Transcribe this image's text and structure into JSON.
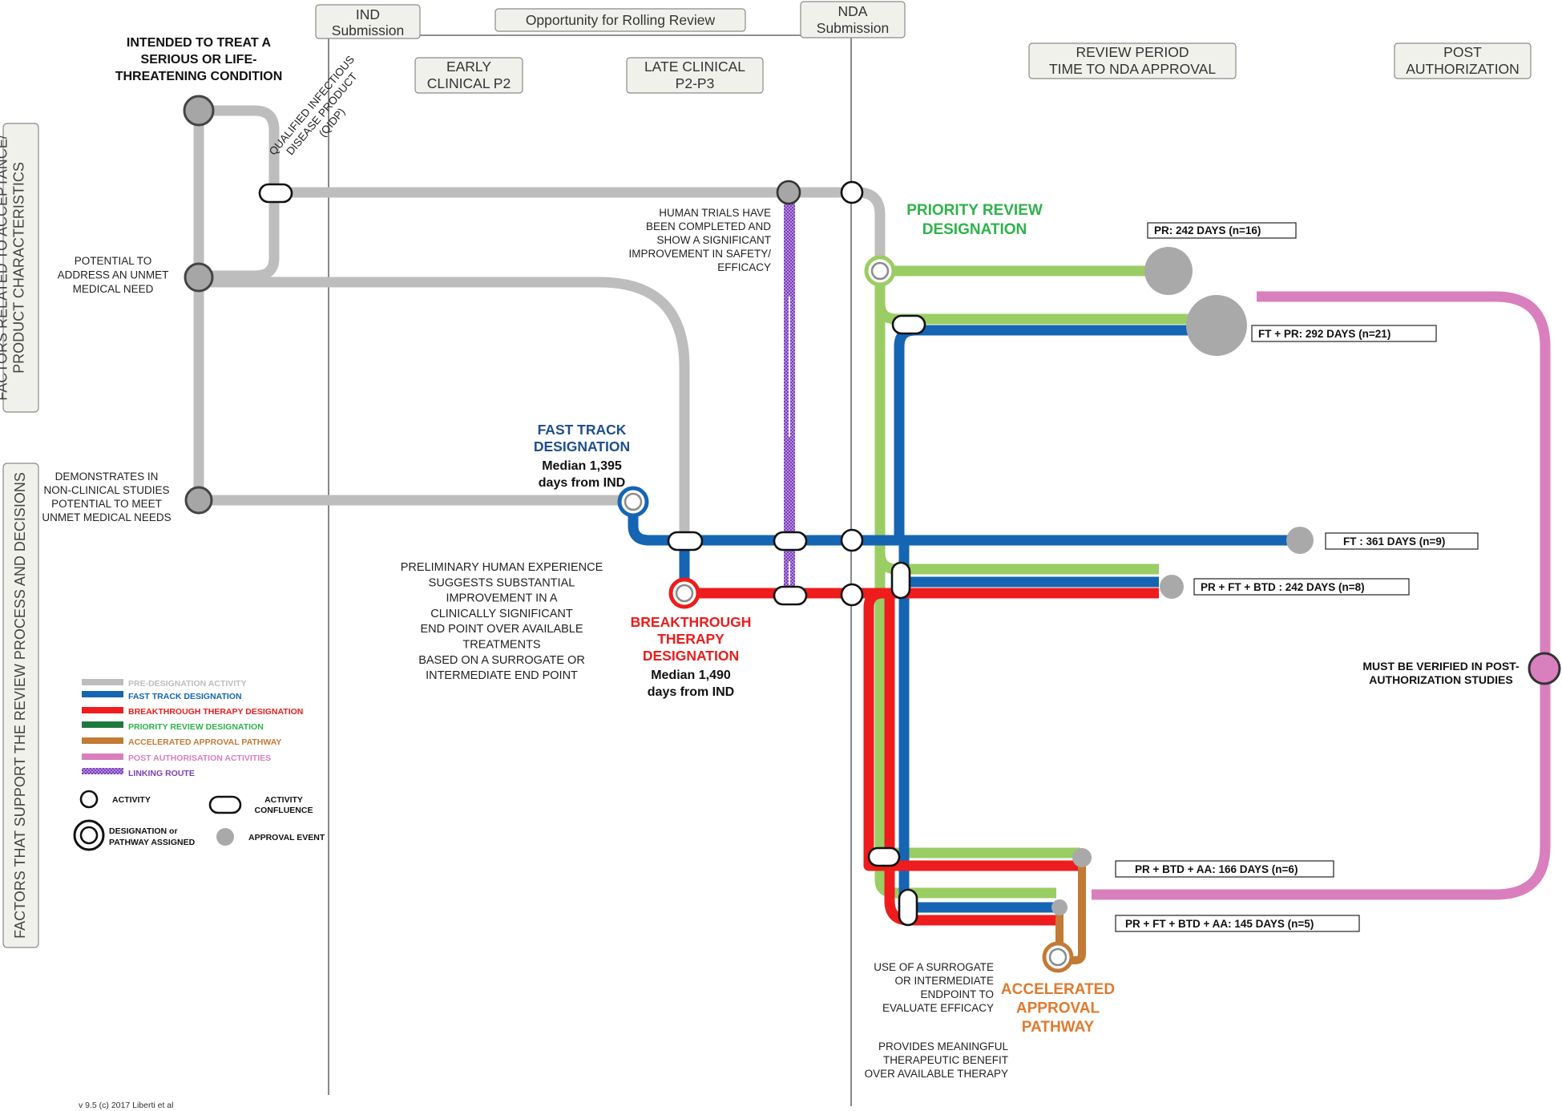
{
  "colors": {
    "pre_designation": "#bdbdbd",
    "fast_track": "#1565b3",
    "breakthrough": "#ee1c1c",
    "priority": "#9acd63",
    "accelerated": "#c27a35",
    "post_authorisation": "#d97fbd",
    "linking": "#7b3fb5",
    "approval_event": "#a9a9a9"
  },
  "timeline": {
    "ind": "IND\nSubmission",
    "rolling": "Opportunity for Rolling Review",
    "nda": "NDA\nSubmission",
    "early": "EARLY\nCLINICAL P2",
    "late": "LATE CLINICAL\nP2-P3",
    "review": "REVIEW PERIOD\nTIME TO NDA APPROVAL",
    "post": "POST\nAUTHORIZATION"
  },
  "side_labels": {
    "top": "FACTORS RELATED TO ACCEPTANCE/\nPRODUCT CHARACTERISTICS",
    "bottom": "FACTORS THAT SUPPORT THE REVIEW PROCESS AND DECISIONS"
  },
  "criteria": {
    "serious": "INTENDED TO TREAT A\nSERIOUS OR LIFE-\nTHREATENING CONDITION",
    "unmet": "POTENTIAL TO\nADDRESS AN UNMET\nMEDICAL NEED",
    "nonclinical": "DEMONSTRATES IN\nNON-CLINICAL STUDIES\nPOTENTIAL TO MEET\nUNMET MEDICAL NEEDS",
    "qidp": "QUALIFIED INFECTIOUS\nDISEASE PRODUCT\n(QIDP)",
    "human_trials": "HUMAN TRIALS HAVE\nBEEN COMPLETED AND\nSHOW A SIGNIFICANT\nIMPROVEMENT IN SAFETY/\nEFFICACY",
    "preliminary": "PRELIMINARY HUMAN EXPERIENCE\nSUGGESTS SUBSTANTIAL\nIMPROVEMENT IN A\nCLINICALLY SIGNIFICANT\nEND POINT OVER AVAILABLE\nTREATMENTS\nBASED ON A SURROGATE OR\nINTERMEDIATE END POINT",
    "surrogate": "USE OF A SURROGATE\nOR INTERMEDIATE\nENDPOINT TO\nEVALUATE EFFICACY",
    "benefit": "PROVIDES MEANINGFUL\nTHERAPEUTIC BENEFIT\nOVER AVAILABLE THERAPY",
    "verified": "MUST BE VERIFIED IN POST-\nAUTHORIZATION STUDIES"
  },
  "designations": {
    "priority": "PRIORITY REVIEW\nDESIGNATION",
    "fast_track": "FAST TRACK\nDESIGNATION",
    "fast_track_median": "Median 1,395\ndays from IND",
    "breakthrough": "BREAKTHROUGH\nTHERAPY\nDESIGNATION",
    "breakthrough_median": "Median 1,490\ndays from IND",
    "accelerated": "ACCELERATED\nAPPROVAL\nPATHWAY"
  },
  "outcomes": {
    "pr": "PR:  242 DAYS (n=16)",
    "ft_pr": "FT + PR:  292 DAYS (n=21)",
    "ft": "FT : 361 DAYS (n=9)",
    "pr_ft_btd": "PR + FT + BTD :  242 DAYS (n=8)",
    "pr_btd_aa": "PR + BTD + AA: 166 DAYS (n=6)",
    "pr_ft_btd_aa": "PR + FT + BTD + AA: 145 DAYS (n=5)"
  },
  "legend": {
    "pre": "PRE-DESIGNATION ACTIVITY",
    "ft": "FAST TRACK DESIGNATION",
    "btd": "BREAKTHROUGH THERAPY DESIGNATION",
    "pr": "PRIORITY REVIEW DESIGNATION",
    "aa": "ACCELERATED APPROVAL PATHWAY",
    "post": "POST AUTHORISATION ACTIVITIES",
    "link": "LINKING ROUTE",
    "activity": "ACTIVITY",
    "confluence": "ACTIVITY\nCONFLUENCE",
    "designation": "DESIGNATION or\nPATHWAY ASSIGNED",
    "approval": "APPROVAL EVENT"
  },
  "version": "v 9.5 (c) 2017 Liberti et al"
}
